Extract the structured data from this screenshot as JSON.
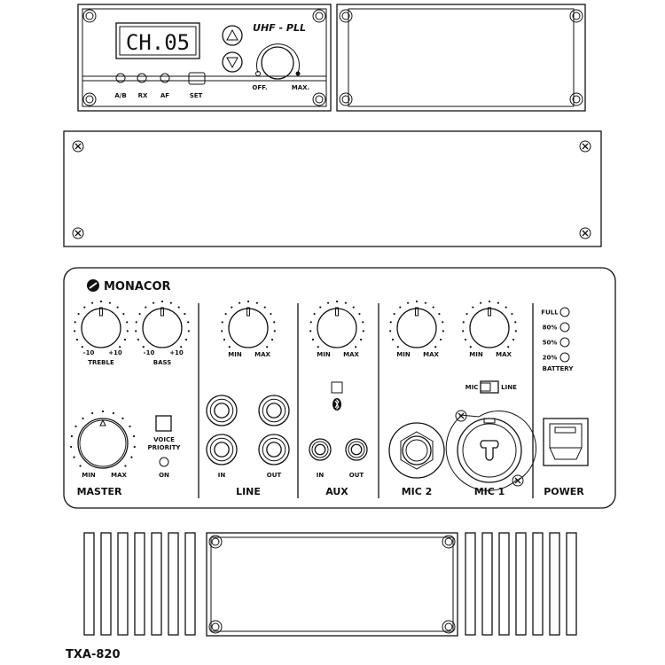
{
  "receiver": {
    "display": "CH.05",
    "brand": "UHF - PLL",
    "leds": [
      "A/B",
      "RX",
      "AF"
    ],
    "set_label": "SET",
    "volume_off": "OFF.",
    "volume_max": "MAX."
  },
  "panel": {
    "logo": "MONACOR",
    "treble": {
      "label": "TREBLE",
      "min": "-10",
      "max": "+10"
    },
    "bass": {
      "label": "BASS",
      "min": "-10",
      "max": "+10"
    },
    "line_knob": {
      "min": "MIN",
      "max": "MAX"
    },
    "aux_knob": {
      "min": "MIN",
      "max": "MAX"
    },
    "mic2_knob": {
      "min": "MIN",
      "max": "MAX"
    },
    "mic1_knob": {
      "min": "MIN",
      "max": "MAX"
    },
    "master": {
      "label": "MASTER",
      "min": "MIN",
      "max": "MAX"
    },
    "voice_priority": {
      "line1": "VOICE",
      "line2": "PRIORITY",
      "led": "ON"
    },
    "line": {
      "label": "LINE",
      "in": "IN",
      "out": "OUT"
    },
    "aux": {
      "label": "AUX",
      "in": "IN",
      "out": "OUT"
    },
    "mic2": "MIC 2",
    "mic1": "MIC 1",
    "mic_line_switch": {
      "left": "MIC",
      "right": "LINE"
    },
    "battery": {
      "label": "BATTERY",
      "levels": [
        "FULL",
        "80%",
        "50%",
        "20%"
      ]
    },
    "power": "POWER"
  },
  "model": "TXA-820"
}
